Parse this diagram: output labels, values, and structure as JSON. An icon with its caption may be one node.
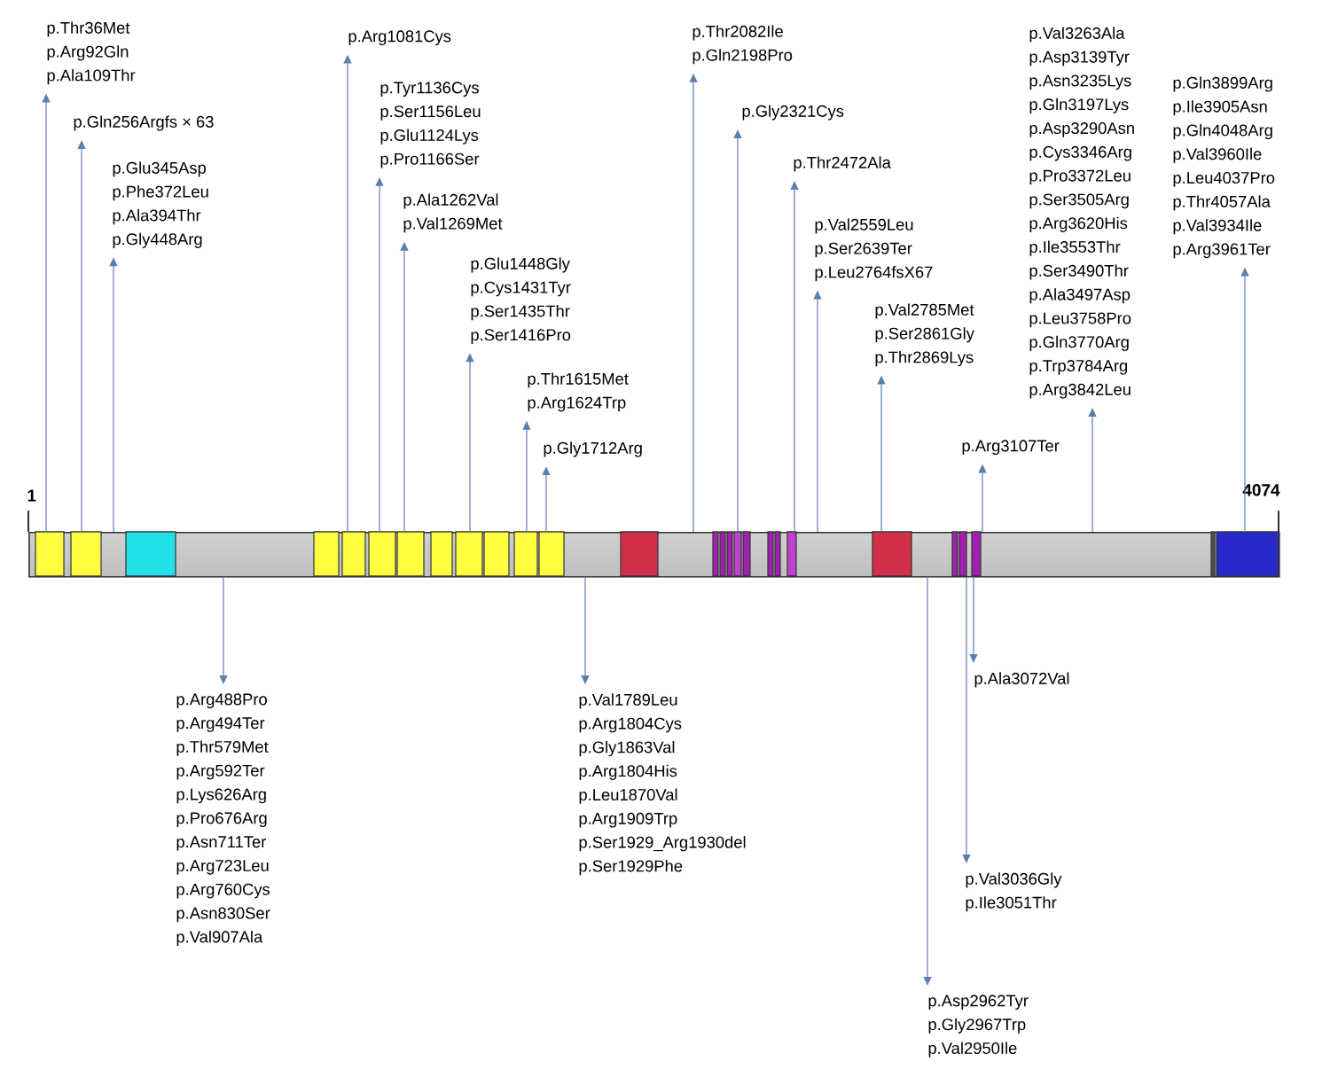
{
  "diagram": {
    "nodes": [
      {
        "text": [],
        "shape": "bar"
      },
      {
        "text": [
          "p.Thr36Met",
          "p.Arg92Gln",
          "p.Ala109Thr"
        ]
      },
      {
        "text": [
          "p.Gln256Argfs × 63"
        ]
      },
      {
        "text": [
          "p.Glu345Asp",
          "p.Phe372Leu",
          "p.Ala394Thr",
          "p.Gly448Arg"
        ]
      },
      {
        "text": [
          "p.Arg1081Cys"
        ]
      },
      {
        "text": [
          "p.Tyr1136Cys",
          "p.Ser1156Leu",
          "p.Glu1124Lys",
          "p.Pro1166Ser"
        ]
      },
      {
        "text": [
          "p.Ala1262Val",
          "p.Val1269Met"
        ]
      },
      {
        "text": [
          "p.Glu1448Gly",
          "p.Cys1431Tyr",
          "p.Ser1435Thr",
          "p.Ser1416Pro"
        ]
      },
      {
        "text": [
          "p.Thr1615Met",
          "p.Arg1624Trp"
        ]
      },
      {
        "text": [
          "p.Gly1712Arg"
        ]
      },
      {
        "text": [
          "p.Thr2082Ile",
          "p.Gln2198Pro"
        ]
      },
      {
        "text": [
          "p.Gly2321Cys"
        ]
      },
      {
        "text": [
          "p.Thr2472Ala"
        ]
      },
      {
        "text": [
          "p.Val2559Leu",
          "p.Ser2639Ter",
          "p.Leu2764fsX67"
        ]
      },
      {
        "text": [
          "p.Val2785Met",
          "p.Ser2861Gly",
          "p.Thr2869Lys"
        ]
      },
      {
        "text": [
          "p.Arg3107Ter"
        ]
      },
      {
        "text": [
          "p.Val3263Ala",
          "p.Asp3139Tyr",
          "p.Asn3235Lys",
          "p.Gln3197Lys",
          "p.Asp3290Asn",
          "p.Cys3346Arg",
          "p.Pro3372Leu",
          "p.Ser3505Arg",
          "p.Arg3620His",
          "p.Ile3553Thr",
          "p.Ser3490Thr",
          "p.Ala3497Asp",
          "p.Leu3758Pro",
          "p.Gln3770Arg",
          "p.Trp3784Arg",
          "p.Arg3842Leu"
        ]
      },
      {
        "text": [
          "p.Gln3899Arg",
          "p.Ile3905Asn",
          "p.Gln4048Arg",
          "p.Val3960Ile",
          "p.Leu4037Pro",
          "p.Thr4057Ala",
          "p.Val3934Ile",
          "p.Arg3961Ter"
        ]
      },
      {
        "text": [
          "p.Arg488Pro",
          "p.Arg494Ter",
          "p.Thr579Met",
          "p.Arg592Ter",
          "p.Lys626Arg",
          "p.Pro676Arg",
          "p.Asn711Ter",
          "p.Arg723Leu",
          "p.Arg760Cys",
          "p.Asn830Ser",
          "p.Val907Ala"
        ]
      },
      {
        "text": [
          "p.Val1789Leu",
          "p.Arg1804Cys",
          "p.Gly1863Val",
          "p.Arg1804His",
          "p.Leu1870Val",
          "p.Arg1909Trp",
          "p.Ser1929_Arg1930del",
          "p.Ser1929Phe"
        ]
      },
      {
        "text": [
          "p.Asp2962Tyr",
          "p.Gly2967Trp",
          "p.Val2950Ile"
        ]
      },
      {
        "text": [
          "p.Val3036Gly",
          "p.Ile3051Thr"
        ]
      },
      {
        "text": [
          "p.Ala3072Val"
        ]
      }
    ],
    "edges": [
      {
        "from": 0,
        "to": 1,
        "arrow": "to"
      },
      {
        "from": 0,
        "to": 2,
        "arrow": "to"
      },
      {
        "from": 0,
        "to": 3,
        "arrow": "to"
      },
      {
        "from": 0,
        "to": 4,
        "arrow": "to"
      },
      {
        "from": 0,
        "to": 5,
        "arrow": "to"
      },
      {
        "from": 0,
        "to": 6,
        "arrow": "to"
      },
      {
        "from": 0,
        "to": 7,
        "arrow": "to"
      },
      {
        "from": 0,
        "to": 8,
        "arrow": "to"
      },
      {
        "from": 0,
        "to": 9,
        "arrow": "to"
      },
      {
        "from": 0,
        "to": 10,
        "arrow": "to"
      },
      {
        "from": 0,
        "to": 11,
        "arrow": "to"
      },
      {
        "from": 0,
        "to": 12,
        "arrow": "to"
      },
      {
        "from": 0,
        "to": 13,
        "arrow": "to"
      },
      {
        "from": 0,
        "to": 14,
        "arrow": "to"
      },
      {
        "from": 0,
        "to": 15,
        "arrow": "to"
      },
      {
        "from": 0,
        "to": 16,
        "arrow": "to"
      },
      {
        "from": 0,
        "to": 17,
        "arrow": "to"
      },
      {
        "from": 0,
        "to": 18,
        "arrow": "to"
      },
      {
        "from": 0,
        "to": 19,
        "arrow": "to"
      },
      {
        "from": 0,
        "to": 20,
        "arrow": "to"
      },
      {
        "from": 0,
        "to": 21,
        "arrow": "to"
      },
      {
        "from": 0,
        "to": 22,
        "arrow": "to"
      }
    ],
    "labels": [
      "1",
      "4074"
    ]
  }
}
